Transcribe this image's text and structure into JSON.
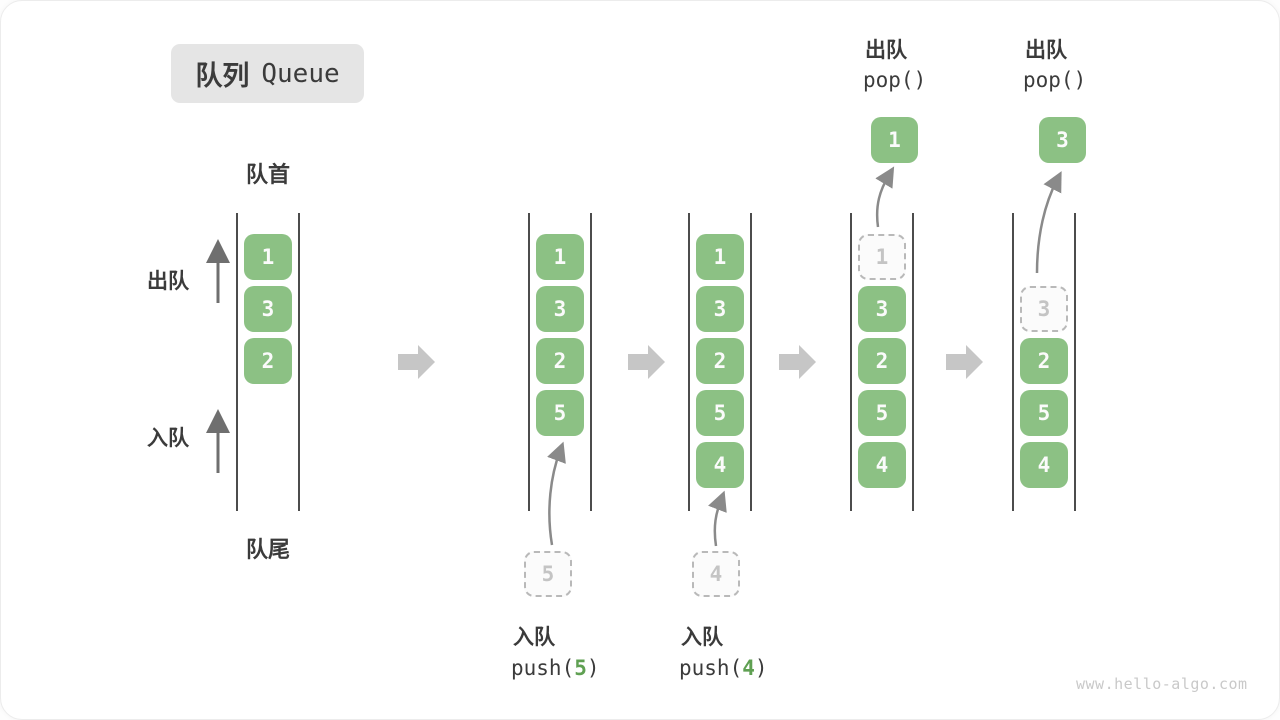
{
  "title": {
    "zh": "队列",
    "en": "Queue"
  },
  "labels": {
    "front": "队首",
    "rear": "队尾",
    "dequeue": "出队",
    "enqueue": "入队"
  },
  "columns": [
    {
      "cells": [
        "1",
        "3",
        "2"
      ]
    },
    {
      "cells": [
        "1",
        "3",
        "2",
        "5"
      ],
      "incoming": "5"
    },
    {
      "cells": [
        "1",
        "3",
        "2",
        "5",
        "4"
      ],
      "incoming": "4"
    },
    {
      "ghost": "1",
      "cells": [
        "3",
        "2",
        "5",
        "4"
      ],
      "popped": "1"
    },
    {
      "ghost": "3",
      "cells": [
        "2",
        "5",
        "4"
      ],
      "popped": "3"
    }
  ],
  "operations": {
    "push5": {
      "action": "入队",
      "fn": "push(",
      "arg": "5",
      "close": ")"
    },
    "push4": {
      "action": "入队",
      "fn": "push(",
      "arg": "4",
      "close": ")"
    },
    "pop1": {
      "action": "出队",
      "code": "pop()"
    },
    "pop2": {
      "action": "出队",
      "code": "pop()"
    }
  },
  "watermark": "www.hello-algo.com",
  "colors": {
    "box_green": "#8cc184",
    "accent_green": "#5fa052",
    "block_arrow_gray": "#c6c6c6",
    "rail_dark": "#4c4c4c",
    "text_dark": "#3b3b3b",
    "ghost_gray": "#c4c4c4"
  }
}
